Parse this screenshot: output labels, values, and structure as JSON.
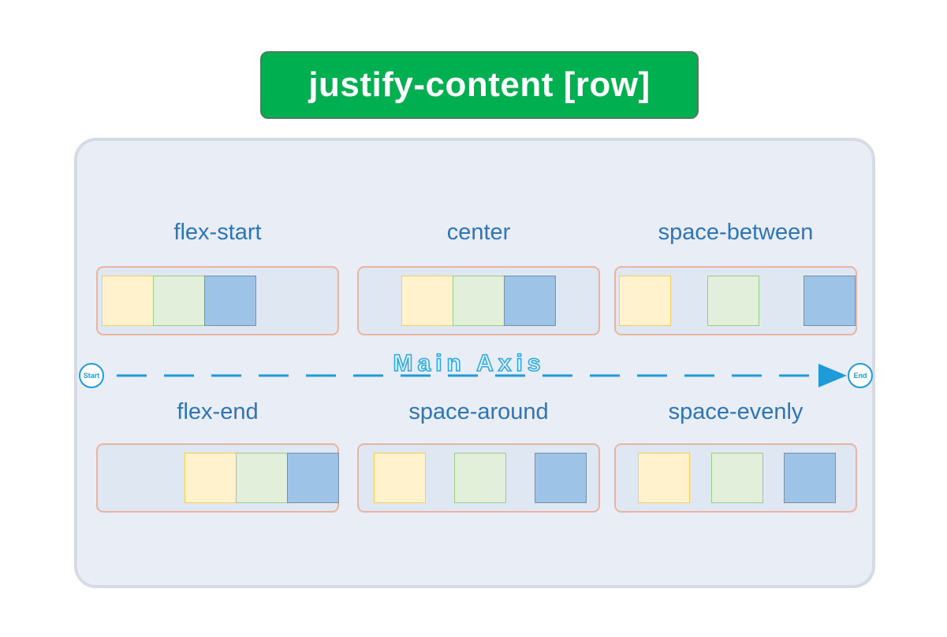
{
  "title": "justify-content [row]",
  "axis": {
    "label": "Main Axis",
    "start": "Start",
    "end": "End"
  },
  "examples": [
    {
      "label": "flex-start"
    },
    {
      "label": "center"
    },
    {
      "label": "space-between"
    },
    {
      "label": "flex-end"
    },
    {
      "label": "space-around"
    },
    {
      "label": "space-evenly"
    }
  ],
  "colors": {
    "title_bg": "#00b050",
    "label_text": "#2e75b6",
    "axis": "#1f9bd8",
    "item_yellow": "#fff2cc",
    "item_green": "#e2efda",
    "item_blue": "#9dc3e6",
    "container_border": "#e8b49f"
  }
}
